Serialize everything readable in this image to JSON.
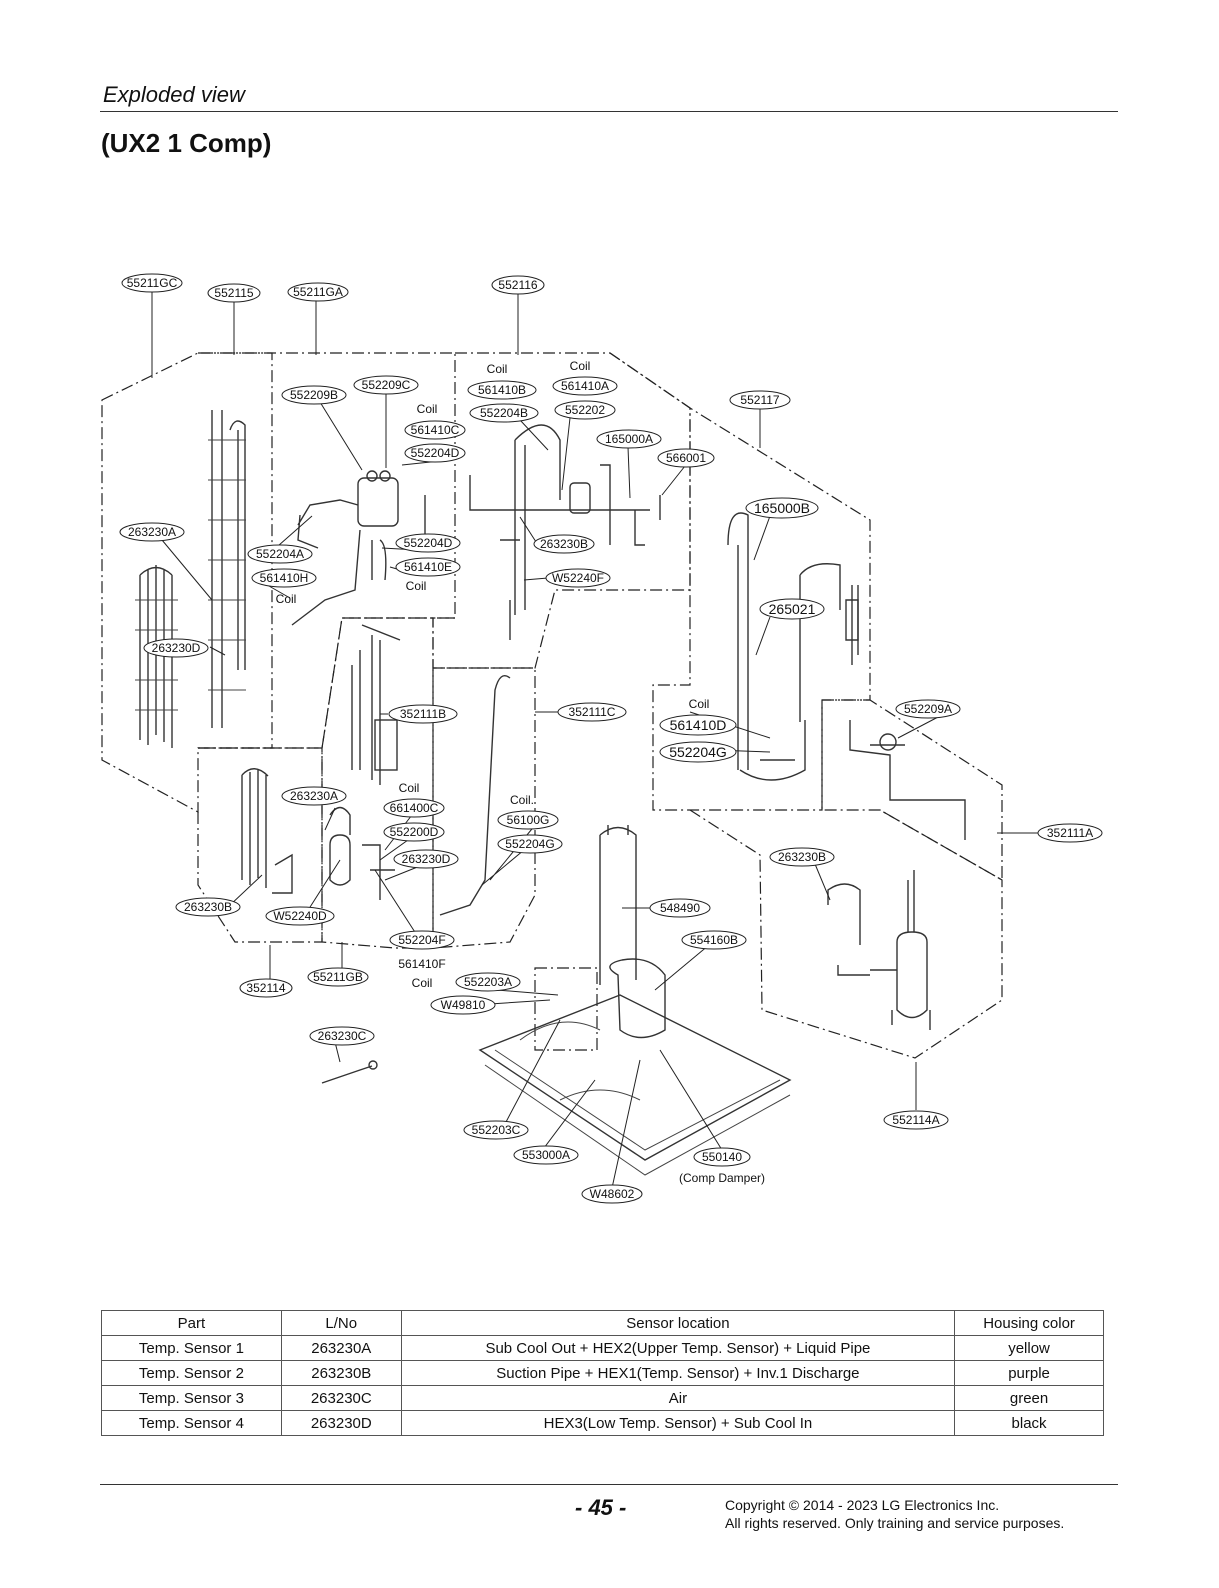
{
  "header": {
    "section_title": "Exploded view",
    "page_heading": "(UX2 1 Comp)"
  },
  "diagram": {
    "callouts": [
      "55211GC",
      "552115",
      "55211GA",
      "552116",
      "552209C",
      "552209B",
      "561410B",
      "561410A",
      "552204B",
      "552202",
      "561410C",
      "552204D",
      "165000A",
      "566001",
      "552117",
      "165000B",
      "263230A",
      "552204A",
      "561410H",
      "552204D",
      "561410E",
      "263230B",
      "W52240F",
      "265021",
      "263230D",
      "352111B",
      "352111C",
      "561410D",
      "552204G",
      "552209A",
      "263230A",
      "661400C",
      "552200D",
      "263230D",
      "56100G",
      "552204G",
      "352111A",
      "263230B",
      "263230B",
      "W52240D",
      "548490",
      "552204F",
      "554160B",
      "561410F",
      "55211GB",
      "552203A",
      "352114",
      "W49810",
      "263230C",
      "552203C",
      "553000A",
      "550140",
      "W48602",
      "552114A"
    ],
    "coil_label": "Coil",
    "coil_label_dot": "Coil.",
    "damper_note": "(Comp Damper)"
  },
  "sensor_table": {
    "headers": [
      "Part",
      "L/No",
      "Sensor location",
      "Housing color"
    ],
    "rows": [
      [
        "Temp. Sensor 1",
        "263230A",
        "Sub Cool Out + HEX2(Upper Temp. Sensor) + Liquid Pipe",
        "yellow"
      ],
      [
        "Temp. Sensor 2",
        "263230B",
        "Suction Pipe + HEX1(Temp. Sensor) + Inv.1  Discharge",
        "purple"
      ],
      [
        "Temp. Sensor 3",
        "263230C",
        "Air",
        "green"
      ],
      [
        "Temp. Sensor 4",
        "263230D",
        "HEX3(Low Temp. Sensor) + Sub Cool In",
        "black"
      ]
    ]
  },
  "footer": {
    "page_number": "- 45 -",
    "copyright_line1": "Copyright © 2014 - 2023 LG Electronics Inc.",
    "copyright_line2": "All rights reserved. Only training and service purposes."
  }
}
